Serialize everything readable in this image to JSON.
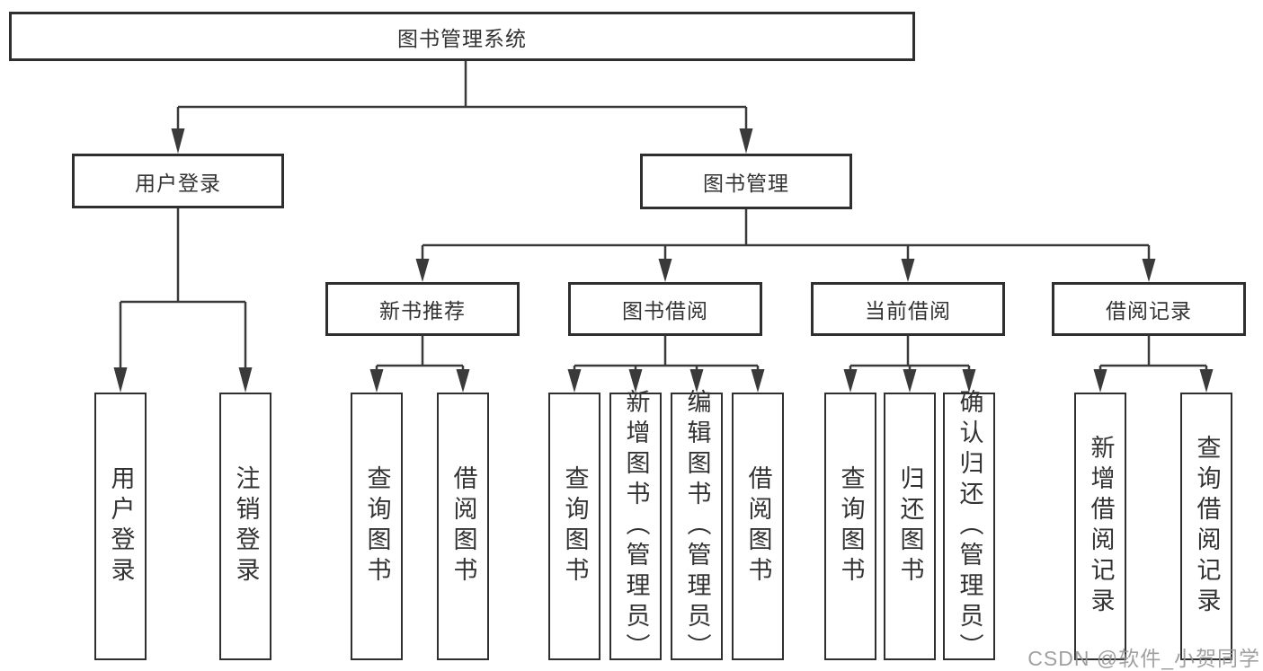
{
  "diagram": {
    "tree": {
      "label": "图书管理系统",
      "children": [
        {
          "label": "用户登录",
          "children": [
            {
              "label": "用户登录"
            },
            {
              "label": "注销登录"
            }
          ]
        },
        {
          "label": "图书管理",
          "children": [
            {
              "label": "新书推荐",
              "children": [
                {
                  "label": "查询图书"
                },
                {
                  "label": "借阅图书"
                }
              ]
            },
            {
              "label": "图书借阅",
              "children": [
                {
                  "label": "查询图书"
                },
                {
                  "label": "新增图书（管理员）"
                },
                {
                  "label": "编辑图书（管理员）"
                },
                {
                  "label": "借阅图书"
                }
              ]
            },
            {
              "label": "当前借阅",
              "children": [
                {
                  "label": "查询图书"
                },
                {
                  "label": "归还图书"
                },
                {
                  "label": "确认归还（管理员）"
                }
              ]
            },
            {
              "label": "借阅记录",
              "children": [
                {
                  "label": "新增借阅记录"
                },
                {
                  "label": "查询借阅记录"
                }
              ]
            }
          ]
        }
      ]
    },
    "colors": {
      "line": "#3a3a3a",
      "box_border": "#2f2f2f",
      "text": "#333333",
      "background": "#ffffff",
      "watermark": "#969696"
    }
  },
  "watermark": {
    "text": "CSDN @软件_小贺同学"
  }
}
